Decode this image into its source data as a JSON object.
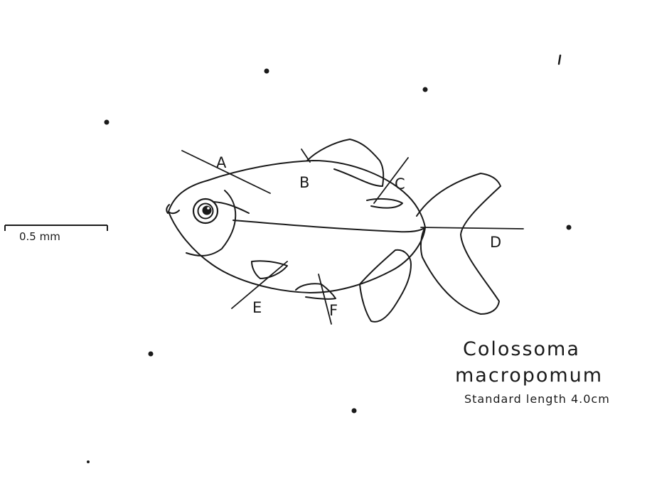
{
  "figure": {
    "scale_bar_label": "0.5 mm",
    "species_line1": "Colossoma",
    "species_line2": "macropomum",
    "standard_length": "Standard length 4.0cm"
  },
  "scales": [
    {
      "label": "A"
    },
    {
      "label": "B"
    },
    {
      "label": "C"
    },
    {
      "label": "D"
    },
    {
      "label": "E"
    },
    {
      "label": "F"
    }
  ],
  "colors": {
    "ink": "#1a1a1a",
    "background": "#ffffff"
  }
}
